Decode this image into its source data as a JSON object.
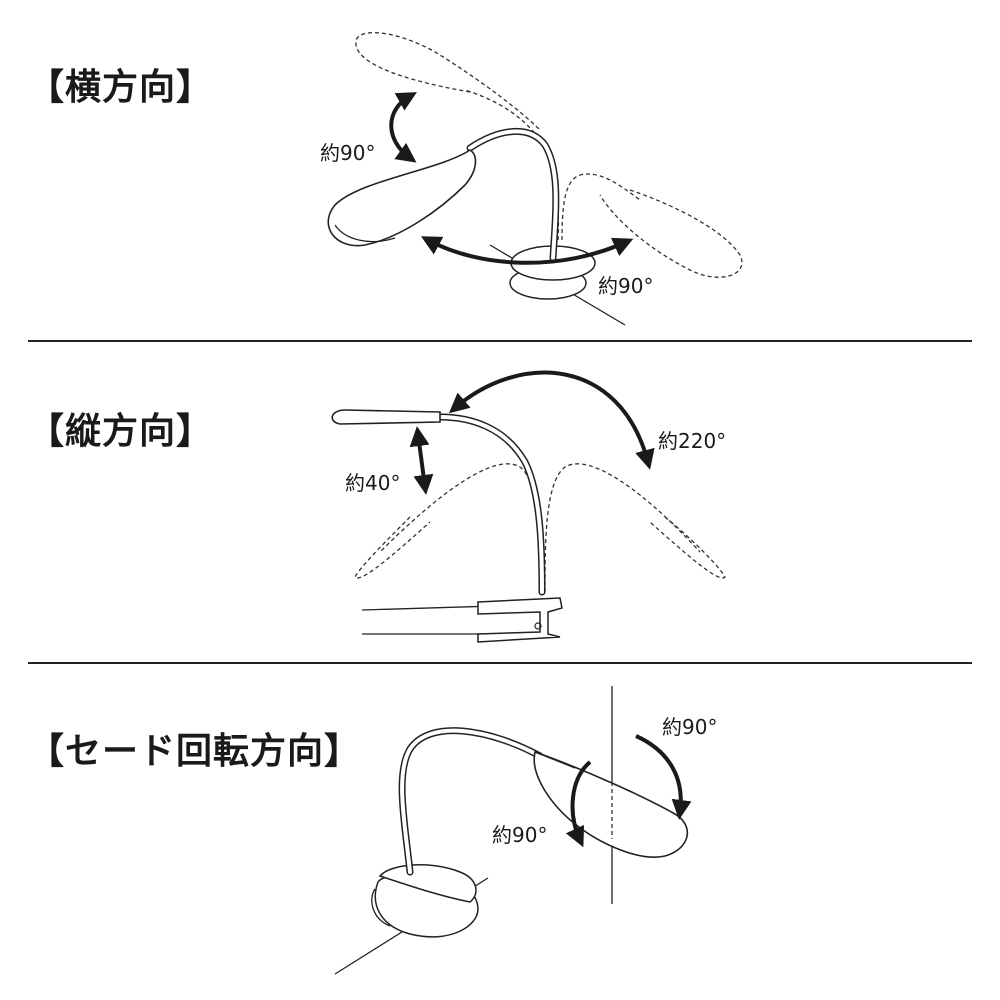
{
  "sections": [
    {
      "title": "【横方向】",
      "angles": {
        "head": "約90°",
        "base": "約90°"
      }
    },
    {
      "title": "【縦方向】",
      "angles": {
        "head": "約40°",
        "arm": "約220°"
      }
    },
    {
      "title": "【セード回転方向】",
      "angles": {
        "outer": "約90°",
        "inner": "約90°"
      }
    }
  ]
}
